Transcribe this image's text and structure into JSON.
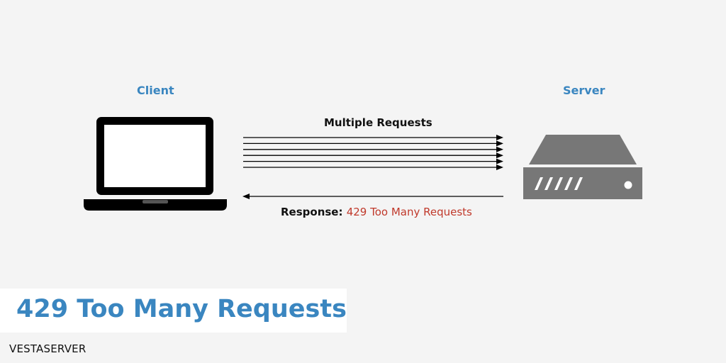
{
  "diagram": {
    "client_label": "Client",
    "server_label": "Server",
    "requests_label": "Multiple Requests",
    "response_prefix": "Response: ",
    "response_status": "429 Too Many Requests",
    "request_count": 6
  },
  "banner": {
    "title": "429 Too Many Requests"
  },
  "brand": {
    "name": "VESTASERVER"
  },
  "colors": {
    "accent_blue": "#3a86c0",
    "error_red": "#c0392b",
    "icon_gray": "#777777",
    "background": "#f4f4f4"
  }
}
